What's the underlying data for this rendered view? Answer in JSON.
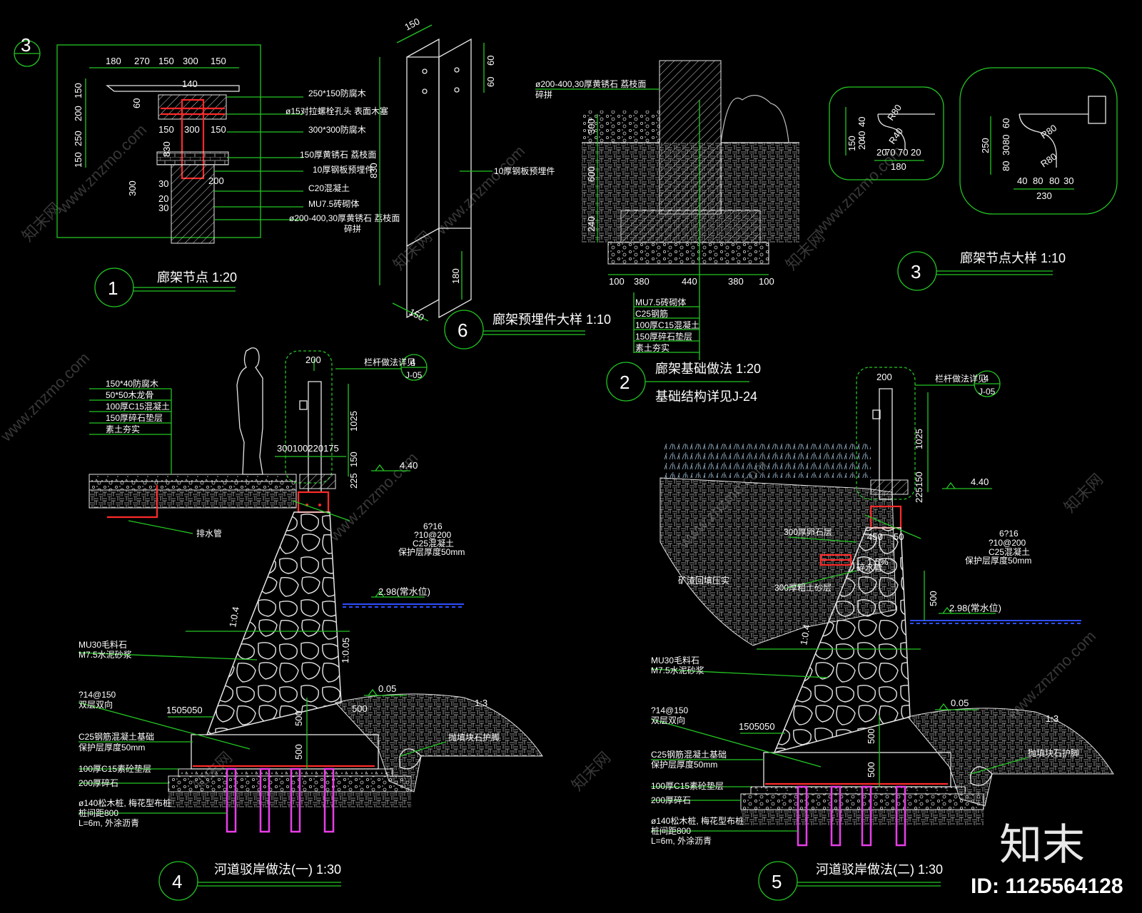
{
  "details": {
    "d1": {
      "number": "1",
      "title": "廊架节点 1:20",
      "ref": "3",
      "dims_top": [
        "180",
        "270",
        "150",
        "300",
        "150"
      ],
      "dim_inner": "140",
      "dims_left": [
        "150",
        "200",
        "250",
        "150"
      ],
      "dim_small": "60",
      "dims_mid": [
        "150",
        "300",
        "150"
      ],
      "dim_830": "830",
      "dim_200": "200",
      "dims_left_bottom": [
        "300",
        "30",
        "20",
        "30"
      ],
      "labels": [
        "250*150防腐木",
        "ø15对拉螺栓孔头 表面木塞",
        "300*300防腐木",
        "150厚黄锈石 荔枝面",
        "10厚钢板预埋件",
        "C20混凝土",
        "MU7.5砖砌体",
        "ø200-400,30厚黄锈石 荔枝面",
        "碎拼"
      ]
    },
    "d6": {
      "number": "6",
      "title": "廊架预埋件大样 1:10",
      "dim_top": "150",
      "dims_right": [
        "60",
        "60"
      ],
      "dim_830": "830",
      "dim_180": "180",
      "dim_bottom": "150",
      "label": "10厚钢板预埋件"
    },
    "d2": {
      "number": "2",
      "title": "廊架基础做法 1:20",
      "subtitle": "基础结构详见J-24",
      "label_top": "ø200-400,30厚黄锈石 荔枝面",
      "label_top2": "碎拼",
      "dims_left": [
        "300",
        "600",
        "240"
      ],
      "dims_bottom": [
        "100",
        "380",
        "440",
        "380",
        "100"
      ],
      "layers": [
        "MU7.5砖砌体",
        "C25钢筋",
        "100厚C15混凝土",
        "150厚碎石垫层",
        "素土夯实"
      ]
    },
    "d3": {
      "number": "3",
      "title": "廊架节点大样 1:10",
      "small": {
        "dims_left": [
          "150",
          "40",
          "40",
          "20"
        ],
        "radius1": "R80",
        "radius2": "R40",
        "dims_bottom": [
          "20",
          "70",
          "70",
          "20"
        ],
        "dim_total": "180"
      },
      "large": {
        "dims_left": [
          "250",
          "60",
          "80",
          "30",
          "80"
        ],
        "radius1": "R80",
        "radius2": "R80",
        "dims_bottom": [
          "40",
          "80",
          "80",
          "30"
        ],
        "dim_total": "230"
      }
    },
    "d4": {
      "number": "4",
      "title": "河道驳岸做法(一) 1:30",
      "ref_num": "4",
      "ref_sheet": "J-05",
      "ref_label": "栏杆做法详见",
      "dim_rail_w": "200",
      "dim_rail_h": "1025",
      "dims_rail_low": [
        "150",
        "225"
      ],
      "dims_rail_bottom": "300100220175",
      "elev_top": "4.40",
      "elev_water": "2.98(常水位)",
      "elev_bottom": "0.05",
      "slope_left": "1:0.4",
      "slope_right": "1:0.05",
      "slope_ground": "1:3",
      "dims_footing": "1505050",
      "dim_500a": "500",
      "dim_500b": "500",
      "dim_500c": "500",
      "paving_layers": [
        "150*40防腐木",
        "50*50木龙骨",
        "100厚C15混凝土",
        "150厚碎石垫层",
        "素土夯实"
      ],
      "pipe_label": "排水管",
      "beam_labels": [
        "6?16",
        "?10@200",
        "C25混凝土",
        "保护层厚度50mm"
      ],
      "wall_labels": [
        "MU30毛料石",
        "M7.5水泥砂浆"
      ],
      "rebar_labels": [
        "?14@150",
        "双层双向"
      ],
      "found_labels": [
        "C25钢筋混凝土基础",
        "保护层厚度50mm",
        "100厚C15素砼垫层",
        "200厚碎石"
      ],
      "pile_labels": [
        "ø140松木桩, 梅花型布桩",
        "桩间距800",
        "L=6m, 外涂沥青"
      ],
      "riprap_label": "抛填块石护脚"
    },
    "d5": {
      "number": "5",
      "title": "河道驳岸做法(二) 1:30",
      "ref_num": "4",
      "ref_sheet": "J-05",
      "ref_label": "栏杆做法详见",
      "dim_rail_w": "200",
      "dim_rail_h": "1025",
      "dims_rail_low": [
        "150",
        "225"
      ],
      "elev_top": "4.40",
      "elev_water": "2.98(常水位)",
      "elev_bottom": "0.05",
      "slope_left": "1:0.4",
      "slope_ground": "1:3",
      "slope_pct": "1.5%",
      "dims_footing": "1505050",
      "dim_450": "450",
      "dim_50": "50",
      "dim_500a": "500",
      "dim_500b": "500",
      "dim_500c": "500",
      "beam_labels": [
        "6?16",
        "?10@200",
        "C25混凝土",
        "保护层厚度50mm"
      ],
      "fill_labels": [
        "300厚卵石层",
        "矿渣回填压实",
        "300厚粗土砂层",
        "碎水管"
      ],
      "wall_labels": [
        "MU30毛料石",
        "M7.5水泥砂浆"
      ],
      "rebar_labels": [
        "?14@150",
        "双层双向"
      ],
      "found_labels": [
        "C25钢筋混凝土基础",
        "保护层厚度50mm",
        "100厚C15素砼垫层",
        "200厚碎石"
      ],
      "pile_labels": [
        "ø140松木桩, 梅花型布桩",
        "桩间距800",
        "L=6m, 外涂沥青"
      ],
      "riprap_label": "抛填块石护脚"
    }
  },
  "watermark": {
    "text": "www.znzmo.com",
    "cn": "知末网",
    "logo": "知末",
    "id": "ID: 1125564128"
  }
}
